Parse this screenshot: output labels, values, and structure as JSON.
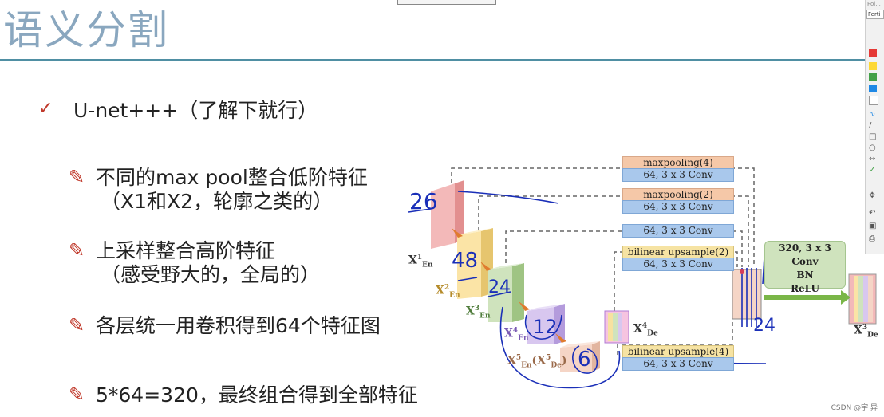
{
  "slide": {
    "title": "语义分割",
    "main_bullet": "U-net+++（了解下就行）",
    "sub_bullets": [
      {
        "line1": "不同的max pool整合低阶特征",
        "line2": "（X1和X2，轮廓之类的）"
      },
      {
        "line1": "上采样整合高阶特征",
        "line2": "（感受野大的，全局的）"
      },
      {
        "line1": "各层统一用卷积得到64个特征图",
        "line2": ""
      },
      {
        "line1": "5*64=320，最终组合得到全部特征",
        "line2": ""
      }
    ]
  },
  "diagram": {
    "ops": [
      {
        "top": "maxpooling(4)",
        "bottom": "64, 3 x 3 Conv"
      },
      {
        "top": "maxpooling(2)",
        "bottom": "64, 3 x 3 Conv"
      },
      {
        "top": "",
        "bottom": "64, 3 x 3 Conv"
      },
      {
        "top": "bilinear upsample(2)",
        "bottom": "64, 3 x 3 Conv"
      },
      {
        "top": "bilinear upsample(4)",
        "bottom": "64, 3 x 3 Conv"
      }
    ],
    "fusion": {
      "line1": "320, 3 x 3 Conv",
      "line2": "BN",
      "line3": "ReLU"
    },
    "handwritten": {
      "n1": "26",
      "n2": "48",
      "n3": "24",
      "n4": "12",
      "n5": "6",
      "n6": "24"
    }
  },
  "panel": {
    "font_label": "Ferti",
    "header": "Poi..."
  },
  "footer": "CSDN @宇 异",
  "colors": {
    "title": "#8aa7bf",
    "rule": "#4f8fa3",
    "accent": "#c0392b",
    "ink": "#1a2fb8"
  }
}
